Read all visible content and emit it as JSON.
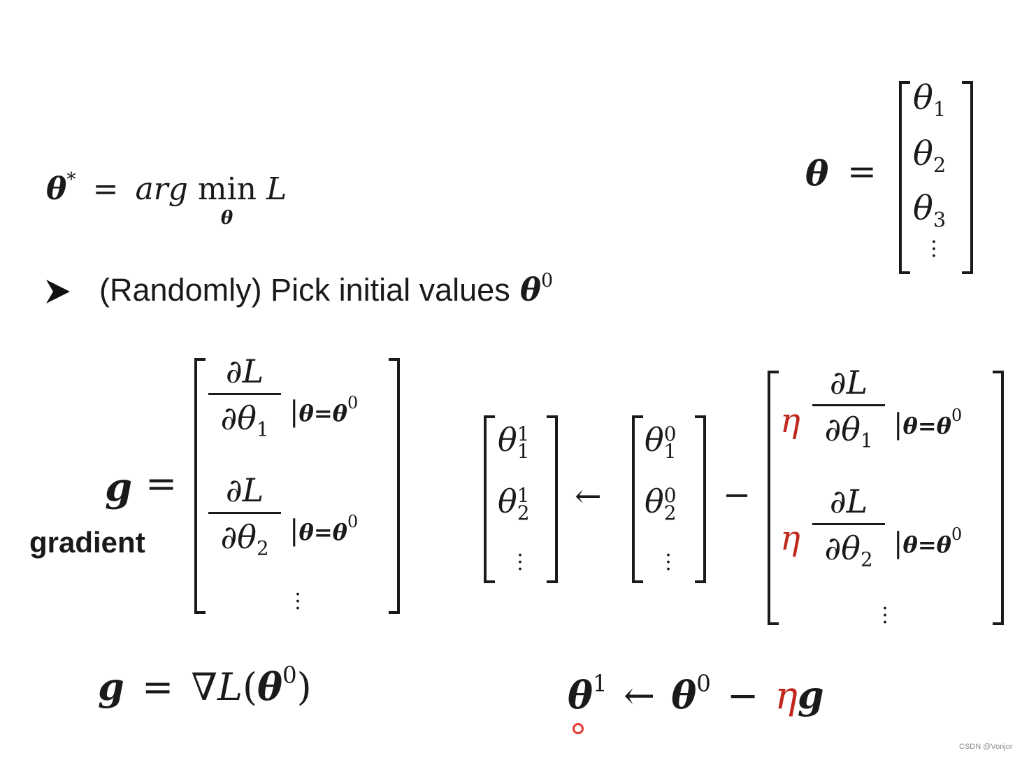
{
  "argmin": {
    "theta_star": "θ",
    "star": "*",
    "equals": "=",
    "arg": "arg",
    "min": "min",
    "min_sub": "θ",
    "L": "L"
  },
  "bullet": {
    "text": "(Randomly) Pick initial values",
    "theta": "θ",
    "sup": "0"
  },
  "theta_vector": {
    "lhs": "θ",
    "equals": "=",
    "entries": [
      {
        "sym": "θ",
        "sub": "1"
      },
      {
        "sym": "θ",
        "sub": "2"
      },
      {
        "sym": "θ",
        "sub": "3"
      }
    ]
  },
  "gradient": {
    "lhs": "g",
    "equals": "=",
    "label": "gradient",
    "rows": [
      {
        "num": "∂L",
        "den_sym": "∂θ",
        "den_sub": "1",
        "eval": "θ=θ",
        "eval_sup": "0"
      },
      {
        "num": "∂L",
        "den_sym": "∂θ",
        "den_sub": "2",
        "eval": "θ=θ",
        "eval_sup": "0"
      }
    ]
  },
  "update_matrix": {
    "left": [
      {
        "sym": "θ",
        "sub": "1",
        "sup": "1"
      },
      {
        "sym": "θ",
        "sub": "2",
        "sup": "1"
      }
    ],
    "arrow": "←",
    "right": [
      {
        "sym": "θ",
        "sub": "1",
        "sup": "0"
      },
      {
        "sym": "θ",
        "sub": "2",
        "sup": "0"
      }
    ],
    "minus": "−",
    "eta": "η",
    "rows": [
      {
        "num": "∂L",
        "den_sym": "∂θ",
        "den_sub": "1",
        "eval": "θ=θ",
        "eval_sup": "0"
      },
      {
        "num": "∂L",
        "den_sym": "∂θ",
        "den_sub": "2",
        "eval": "θ=θ",
        "eval_sup": "0"
      }
    ]
  },
  "grad_compact": {
    "g": "g",
    "equals": "=",
    "nabla": "∇",
    "L": "L",
    "open": "(",
    "theta": "θ",
    "sup": "0",
    "close": ")"
  },
  "update_compact": {
    "theta1": "θ",
    "sup1": "1",
    "arrow": "←",
    "theta0": "θ",
    "sup0": "0",
    "minus": "−",
    "eta": "η",
    "g": "g"
  },
  "watermark": "CSDN @Vonjor",
  "colors": {
    "text": "#1a1a1a",
    "eta": "#c0281e",
    "marker": "#e53935"
  }
}
